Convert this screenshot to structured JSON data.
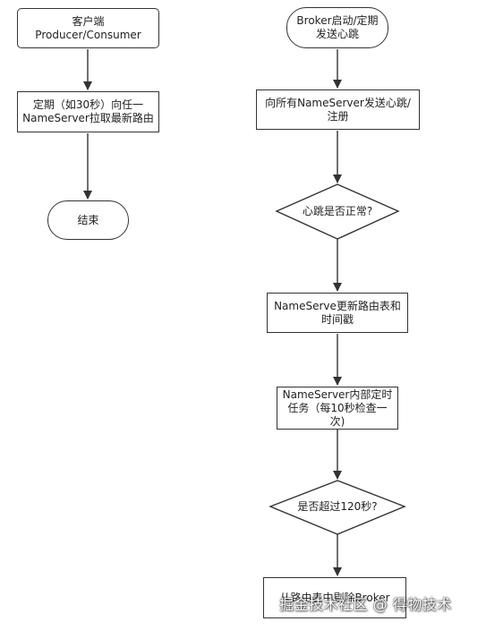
{
  "left_flow": {
    "client_node": "客户端\nProducer/Consumer",
    "fetch_routes_node": "定期（如30秒）向任一\nNameServer拉取最新路由",
    "end_node": "结束"
  },
  "right_flow": {
    "broker_start_node": "Broker启动/定期\n发送心跳",
    "send_heartbeat_node": "向所有NameServer发送心跳/\n注册",
    "heartbeat_ok_decision": "心跳是否正常?",
    "update_table_node": "NameServe更新路由表和\n时间戳",
    "timer_task_node": "NameServer内部定时\n任务（每10秒检查一\n次)",
    "timeout_decision": "是否超过120秒?",
    "remove_broker_node": "从路由表中剔除Broker"
  },
  "watermark": "掘金技术社区 @ 得物技术",
  "colors": {
    "line": "#333333",
    "fill": "#ffffff"
  }
}
